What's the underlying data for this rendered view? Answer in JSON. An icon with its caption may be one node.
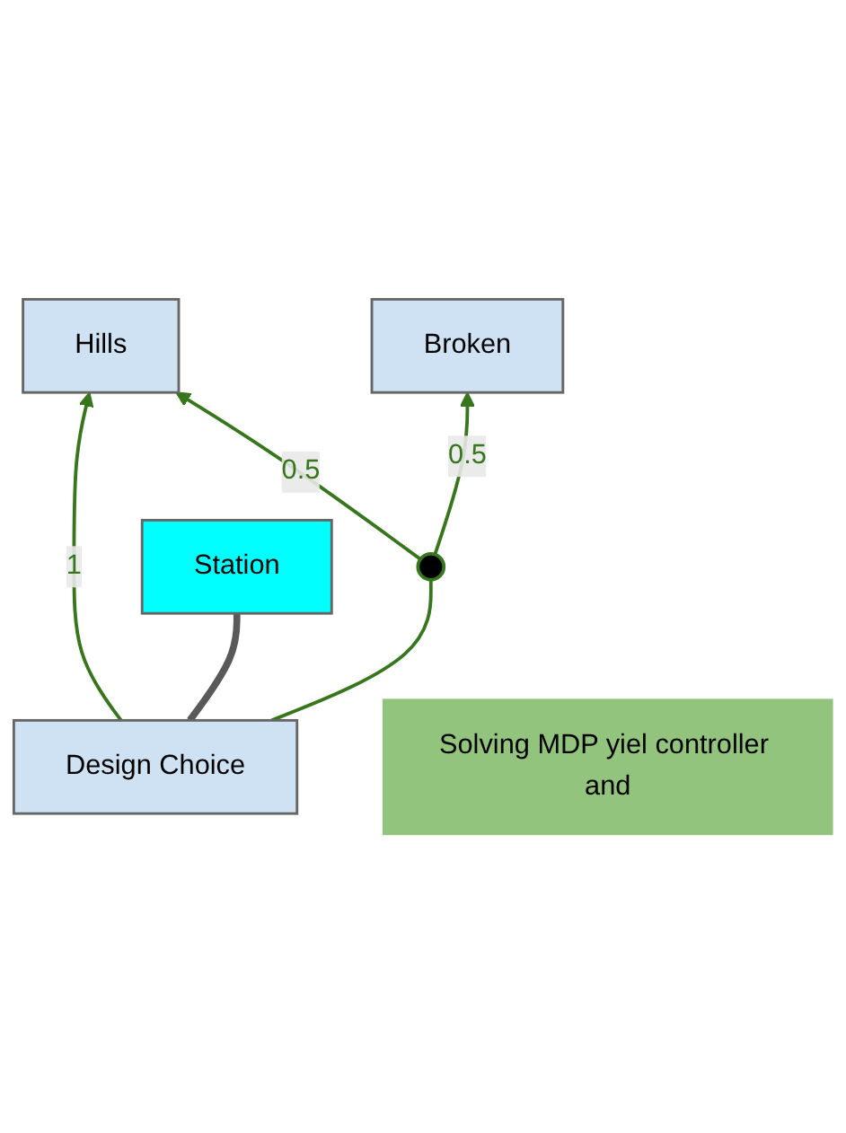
{
  "diagram": {
    "nodes": [
      {
        "text": [
          "Hills"
        ]
      },
      {
        "text": [
          "Broken"
        ]
      },
      {
        "text": [
          "Design Choice"
        ]
      },
      {
        "text": [],
        "shape": "circle"
      },
      {
        "text": [
          "Station"
        ]
      },
      {
        "text": [
          "Solving MDP yiel controller and"
        ]
      }
    ],
    "edges": [
      {
        "from": 2,
        "to": 0,
        "arrow": "to",
        "label": "1"
      },
      {
        "from": 2,
        "to": 3,
        "arrow": "none"
      },
      {
        "from": 3,
        "to": 0,
        "arrow": "to",
        "label": "0.5"
      },
      {
        "from": 3,
        "to": 1,
        "arrow": "to",
        "label": "0.5"
      },
      {
        "from": 2,
        "to": 4,
        "arrow": "none",
        "style": "thick",
        "color": "#595959"
      }
    ]
  }
}
